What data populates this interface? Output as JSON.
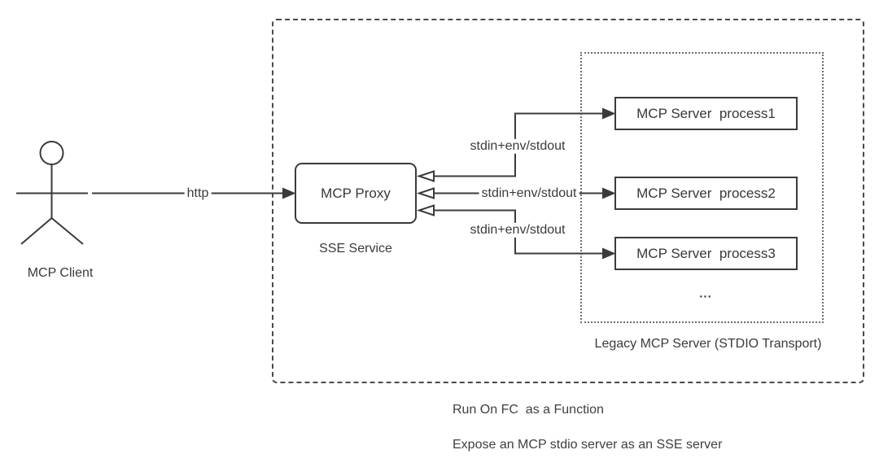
{
  "actor": {
    "label": "MCP Client"
  },
  "proxy": {
    "label": "MCP Proxy",
    "service_label": "SSE Service"
  },
  "edges": {
    "http_label": "http",
    "stdio_label_1": "stdin+env/stdout",
    "stdio_label_2": "stdin+env/stdout",
    "stdio_label_3": "stdin+env/stdout"
  },
  "legacy_group": {
    "servers": [
      {
        "label": "MCP Server  process1"
      },
      {
        "label": "MCP Server  process2"
      },
      {
        "label": "MCP Server  process3"
      }
    ],
    "ellipsis": "...",
    "caption": "Legacy MCP Server (STDIO Transport)"
  },
  "notes": {
    "line1": "Run On FC  as a Function",
    "line2": "Expose an MCP stdio server as an SSE server"
  },
  "colors": {
    "line": "#3b3b3b",
    "text": "#3a3a3a",
    "background": "#ffffff"
  }
}
